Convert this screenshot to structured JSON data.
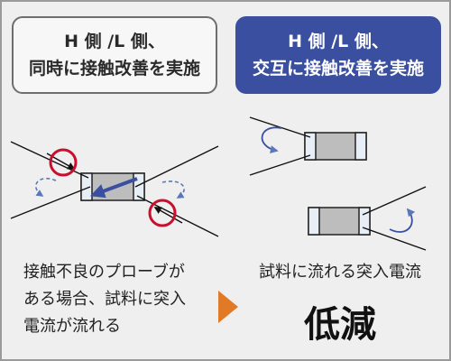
{
  "left_box": {
    "line1": "H 側 /L 側、",
    "line2": "同時に接触改善を実施"
  },
  "right_box": {
    "line1": "H 側 /L 側、",
    "line2": "交互に接触改善を実施"
  },
  "left_caption": {
    "line1": "接触不良のプローブが",
    "line2": "ある場合、試料に突入",
    "line3": "電流が流れる"
  },
  "right_caption": {
    "line1": "試料に流れる突入電流",
    "big": "低減"
  },
  "colors": {
    "accent_blue": "#3a4fa0",
    "arrow_blue": "#5a78b8",
    "highlight_red": "#c8102e",
    "play_orange": "#e07a26",
    "component_gray": "#bdbdbd"
  }
}
